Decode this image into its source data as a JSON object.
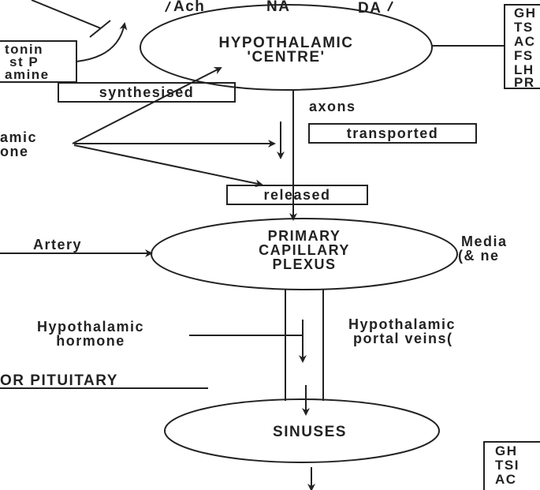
{
  "top_labels": [
    "Ach",
    "NA",
    "DA"
  ],
  "left_box_lines": [
    "tonin",
    "st P",
    "amine"
  ],
  "right_top_box_lines": [
    "GH",
    "TS",
    "AC",
    "FS",
    "LH",
    "PR"
  ],
  "centre": {
    "line1": "HYPOTHALAMIC",
    "line2": "'CENTRE'"
  },
  "synthesised": "synthesised",
  "axons": "axons",
  "transported": "transported",
  "hypothalamic_hormone_left": [
    "amic",
    "one"
  ],
  "released": "released",
  "artery": "Artery",
  "plexus": {
    "line1": "PRIMARY",
    "line2": "CAPILLARY",
    "line3": "PLEXUS"
  },
  "median": {
    "line1": "Media",
    "line2": "(& ne"
  },
  "hormone2": {
    "line1": "Hypothalamic",
    "line2": "hormone"
  },
  "portal": {
    "line1": "Hypothalamic",
    "line2": "portal veins("
  },
  "pituitary": "OR PITUITARY",
  "sinuses": "SINUSES",
  "bottom_right_box_lines": [
    "GH",
    "TSI",
    "AC"
  ]
}
